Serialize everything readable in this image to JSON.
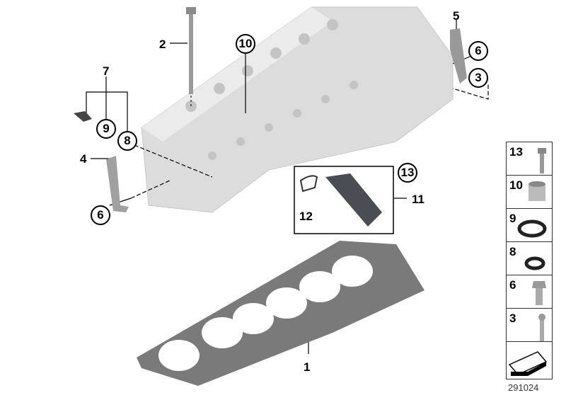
{
  "diagram": {
    "title": "Cylinder head / gasket parts diagram",
    "drawing_number": "291024",
    "labels": [
      {
        "id": "1",
        "text": "1",
        "circled": false
      },
      {
        "id": "2",
        "text": "2",
        "circled": false
      },
      {
        "id": "3",
        "text": "3",
        "circled": true
      },
      {
        "id": "4",
        "text": "4",
        "circled": false
      },
      {
        "id": "5",
        "text": "5",
        "circled": false
      },
      {
        "id": "6a",
        "text": "6",
        "circled": true
      },
      {
        "id": "6b",
        "text": "6",
        "circled": true
      },
      {
        "id": "7",
        "text": "7",
        "circled": false
      },
      {
        "id": "8",
        "text": "8",
        "circled": true
      },
      {
        "id": "9",
        "text": "9",
        "circled": true
      },
      {
        "id": "10",
        "text": "10",
        "circled": true
      },
      {
        "id": "11",
        "text": "11",
        "circled": false
      },
      {
        "id": "12",
        "text": "12",
        "circled": false
      },
      {
        "id": "13",
        "text": "13",
        "circled": true
      }
    ],
    "legend": [
      {
        "num": "13",
        "part": "bolt-flange"
      },
      {
        "num": "10",
        "part": "dowel-sleeve"
      },
      {
        "num": "9",
        "part": "o-ring-large"
      },
      {
        "num": "8",
        "part": "o-ring-small"
      },
      {
        "num": "6",
        "part": "hex-bolt"
      },
      {
        "num": "3",
        "part": "stud-bolt"
      },
      {
        "num": "",
        "part": "arrow"
      }
    ],
    "colors": {
      "metal": "#d8d8d8",
      "metal_dark": "#a8a8a8",
      "gasket": "#7a7a7a",
      "pipe": "#4a4d54",
      "line": "#000000"
    }
  }
}
